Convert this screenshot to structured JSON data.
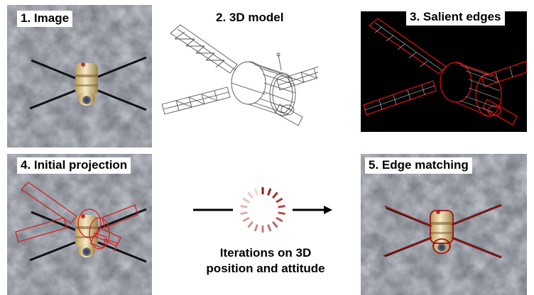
{
  "panels": {
    "image": {
      "label": "1. Image"
    },
    "model": {
      "label": "2. 3D model"
    },
    "edges": {
      "label": "3. Salient edges"
    },
    "initial": {
      "label": "4. Initial projection"
    },
    "matching": {
      "label": "5. Edge matching"
    }
  },
  "process": {
    "caption_line1": "Iterations on 3D",
    "caption_line2": "position and attitude"
  },
  "colors": {
    "cloud": "#8a8d95",
    "wireframe_red": "#e01010",
    "projection_red": "#d02020",
    "matched_red": "#a01010",
    "spinner_dark": "#a01010",
    "spinner_light": "#e9dada"
  }
}
